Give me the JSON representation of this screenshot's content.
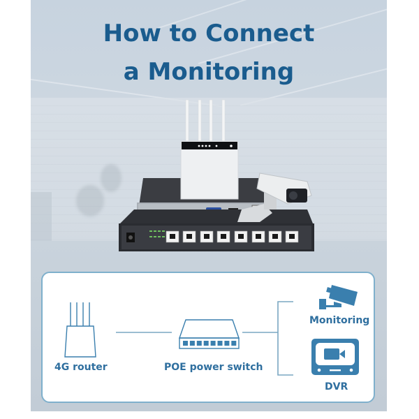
{
  "header": {
    "title_line1": "How to Connect",
    "title_line2": "a Monitoring"
  },
  "product_photo": {
    "items": [
      "4g-router",
      "nvr-recorder",
      "poe-switch",
      "bullet-camera"
    ]
  },
  "diagram": {
    "router_label": "4G router",
    "switch_label": "POE power switch",
    "monitoring_label": "Monitoring",
    "dvr_label": "DVR",
    "switch_port_count": 8,
    "router_antenna_count": 4
  },
  "colors": {
    "title": "#1a5c8e",
    "diagram_accent": "#3a7fae",
    "card_border": "#7fb0cc",
    "line": "#7aa7c2"
  }
}
